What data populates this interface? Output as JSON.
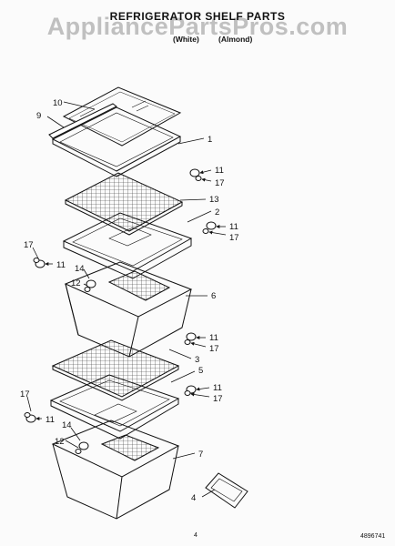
{
  "header": {
    "title": "REFRIGERATOR SHELF PARTS",
    "watermark": "AppliancePartsPros.com",
    "variant_white": "(White)",
    "variant_almond": "(Almond)"
  },
  "parts": {
    "p10": "10",
    "p9": "9",
    "p1": "1",
    "p11a": "11",
    "p17a": "17",
    "p13": "13",
    "p2": "2",
    "p11b": "11",
    "p17b": "17",
    "p17c": "17",
    "p11c": "11",
    "p14a": "14",
    "p12a": "12",
    "p6": "6",
    "p11d": "11",
    "p17d": "17",
    "p3": "3",
    "p5": "5",
    "p11e": "11",
    "p17e": "17",
    "p17f": "17",
    "p11f": "11",
    "p14b": "14",
    "p12b": "12",
    "p7": "7",
    "p4": "4"
  },
  "footer": {
    "page_number": "4",
    "doc_number": "4896741"
  }
}
